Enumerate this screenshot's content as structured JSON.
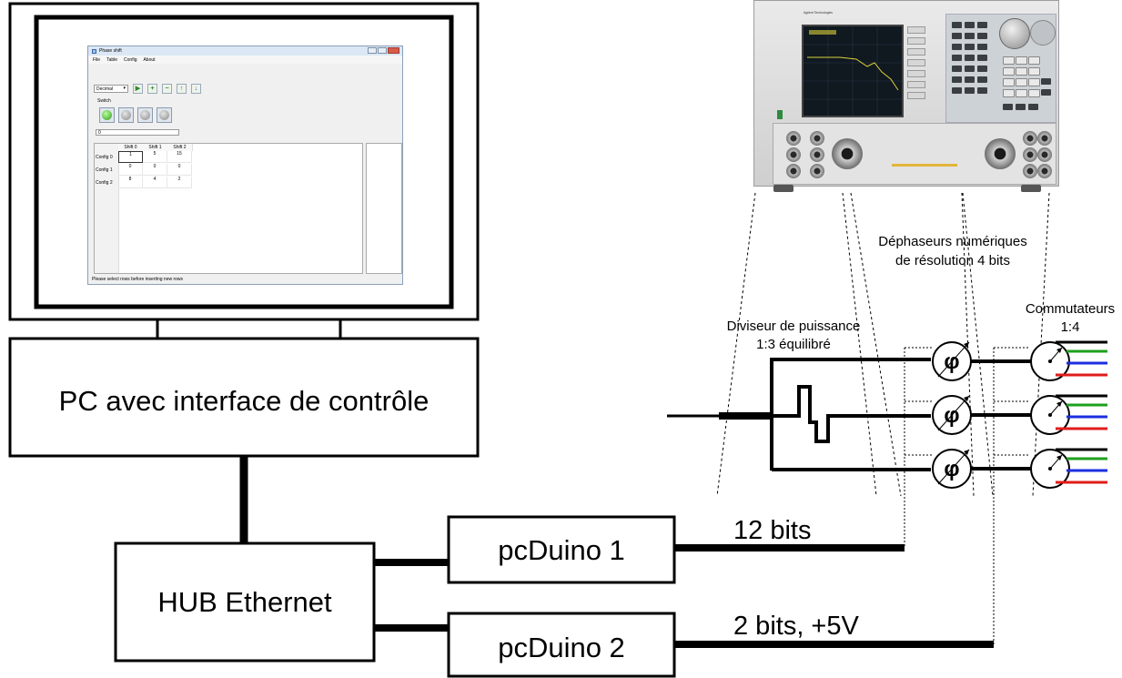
{
  "pc_box": {
    "label": "PC avec interface de contrôle"
  },
  "hub_box": {
    "label": "HUB Ethernet"
  },
  "pcduino1": {
    "label": "pcDuino 1"
  },
  "pcduino2": {
    "label": "pcDuino 2"
  },
  "bus_12": {
    "label": "12 bits"
  },
  "bus_2": {
    "label": "2 bits, +5V"
  },
  "splitter": {
    "line1": "Diviseur de puissance",
    "line2": "1:3 équilibré"
  },
  "phase_shifters": {
    "line1": "Déphaseurs numériques",
    "line2": "de résolution 4 bits",
    "symbol": "φ"
  },
  "switches": {
    "line1": "Commutateurs",
    "line2": "1:4"
  },
  "output_colors": [
    "#000000",
    "#1ea01e",
    "#1b2ee0",
    "#e01b1b"
  ],
  "app": {
    "title": "Phase shift",
    "menu": [
      "File",
      "Table",
      "Config",
      "About"
    ],
    "format_select": "Decimal",
    "switch_label": "Switch",
    "spin_value": "0",
    "columns": [
      "Shift 0",
      "Shift 1",
      "Shift 2"
    ],
    "rows": [
      {
        "label": "Config 0",
        "values": [
          "1",
          "5",
          "15"
        ]
      },
      {
        "label": "Config 1",
        "values": [
          "0",
          "0",
          "0"
        ]
      },
      {
        "label": "Config 2",
        "values": [
          "8",
          "4",
          "2"
        ]
      }
    ],
    "status": "Please select rows before inserting new rows"
  },
  "instrument": {
    "brand": "Agilent Technologies"
  }
}
